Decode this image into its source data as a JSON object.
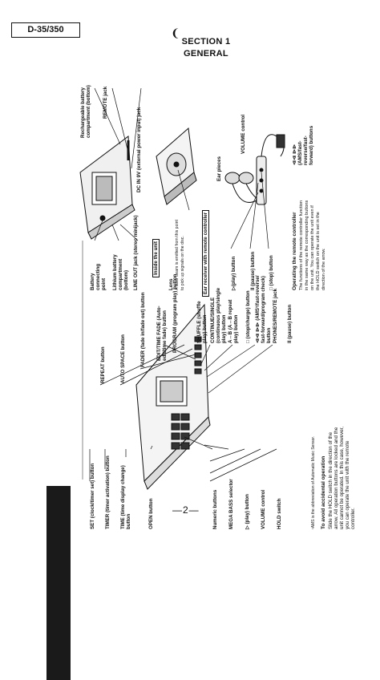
{
  "header": {
    "model": "D-35/350",
    "section_number": "SECTION 1",
    "section_title": "GENERAL",
    "page_number": "—2—"
  },
  "banner": {
    "title": "Location and Function of Controls"
  },
  "main_unit_labels": {
    "repeat": "REPEAT button",
    "auto_space": "AUTO SPACE button",
    "fader": "FADER (fade in/fade out) button",
    "edit_time_fade": "EDIT/TIME FADE (Auto-edit/time fade) button",
    "program": "PROGRAM (program play) button",
    "shuffle": "SHUFFLE (shuffle play) button",
    "continue_single": "CONTINUE/SINGLE (continuous play/single play) button",
    "ab": "A↔B (A↔B repeat play) button",
    "stop_charge": "□ (stop/charge) button",
    "ams": "⧏⧏ ⧐⧐ (AMS¹/fast-reverse/ fast-forward/program check) button",
    "phones": "PHONES/REMOTE jack",
    "pause": "II (pause) button",
    "set": "SET (clock/timer set) button",
    "timer": "TIMER (timer activation) button",
    "time": "TIME (time display change) button",
    "open": "OPEN button",
    "numeric": "Numeric buttons",
    "mega_bass": "MEGA BASS selector",
    "play": "▷ (play) button",
    "volume": "VOLUME control",
    "hold": "HOLD switch"
  },
  "footnote": "¹AMS is the abbreviation of Automatic Music Sensor.",
  "accidental": {
    "title": "To avoid accidental operation",
    "lines": [
      "Slide the HOLD switch in the direction of the",
      "arrow. All operation buttons are locked and the",
      "unit cannot be operated. In this case, however,",
      "you can operate the unit with the remote",
      "controller."
    ]
  },
  "rear_labels": {
    "rechargeable": "Rechargeable battery compartment (bottom)",
    "remote_jack": "REMOTE jack",
    "dc_in": "DC IN 9V (external power input) jack",
    "battery_point": "Battery connecting point",
    "lithium": "Lithium battery compartment (bottom)",
    "line_out": "LINE OUT jack (stereo minijack)"
  },
  "inside": {
    "heading": "Inside the unit",
    "lens_title": "Lens",
    "lens_lines": [
      "A laser beam is emitted from this point",
      "to pick up signals on the disc."
    ]
  },
  "remote": {
    "heading": "Ear receiver with remote controller",
    "ear_pieces": "Ear pieces",
    "volume": "VOLUME control",
    "ams": "⧏⧏ ⧐⧐ (AMS/fast-reverse/fast- forward) buttons",
    "play": "▷(play) button",
    "pause": "II (pause) button",
    "stop": "□ (stop) button",
    "op_title": "Operating the remote controller",
    "op_lines": [
      "The functions of the remote controller function",
      "in the same way as the corresponding buttons",
      "on the unit. You can operate the unit even if",
      "the HOLD switch on the unit is set in the",
      "direction of the arrow."
    ]
  }
}
